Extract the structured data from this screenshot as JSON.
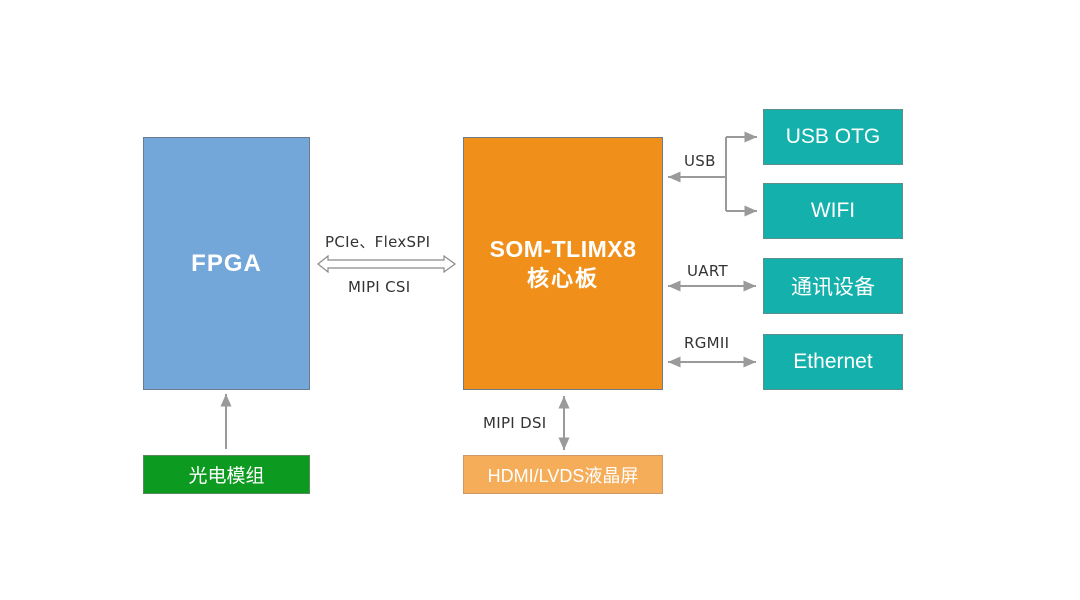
{
  "blocks": {
    "fpga": "FPGA",
    "som_line1": "SOM-TLIMX8",
    "som_line2": "核心板",
    "opto": "光电模组",
    "lcd": "HDMI/LVDS液晶屏",
    "usb_otg": "USB OTG",
    "wifi": "WIFI",
    "comm": "通讯设备",
    "ethernet": "Ethernet"
  },
  "labels": {
    "pcie": "PCIe、FlexSPI",
    "mipi_csi": "MIPI CSI",
    "mipi_dsi": "MIPI DSI",
    "usb": "USB",
    "uart": "UART",
    "rgmii": "RGMII"
  },
  "colors": {
    "fpga": "#74a7d9",
    "som": "#f0901a",
    "opto": "#0c9a20",
    "lcd": "#f5ad5a",
    "peripheral": "#14b0ac",
    "connector": "#999999"
  }
}
